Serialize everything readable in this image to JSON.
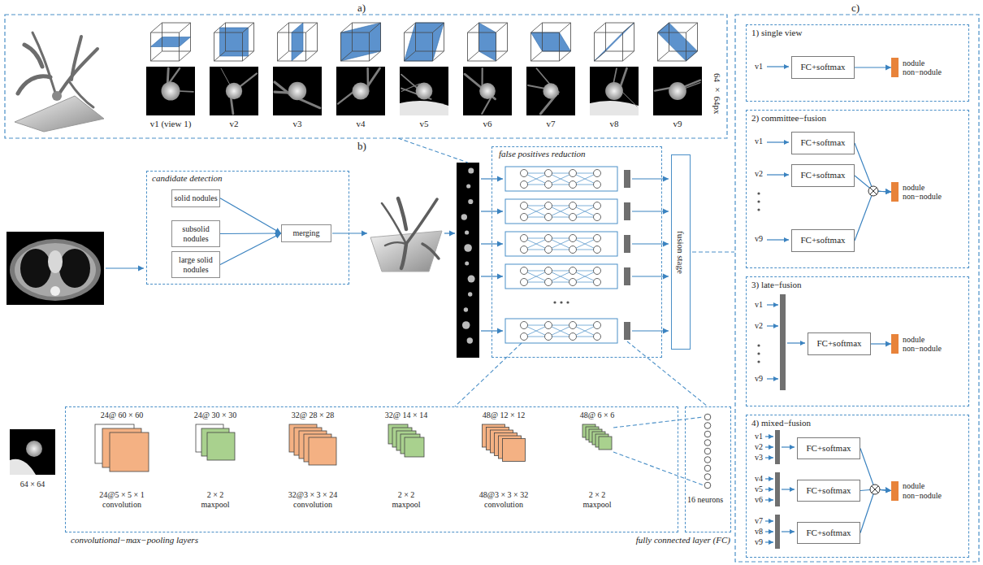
{
  "diagram": {
    "nodes": [
      {
        "text": [
          "candidate detection"
        ]
      },
      {
        "text": [
          "solid nodules"
        ],
        "in": 0
      },
      {
        "text": [
          "subsolid nodules"
        ],
        "in": 0
      },
      {
        "text": [
          "large solid nodules"
        ],
        "in": 0
      },
      {
        "text": [
          "merging"
        ],
        "in": 0
      },
      {
        "text": [
          "false positives reduction"
        ]
      },
      {
        "text": [
          "fusion stage"
        ]
      },
      {
        "text": [
          "convolutional−max−pooling layers"
        ]
      },
      {
        "text": [
          "fully connected layer (FC)",
          "16 neurons"
        ]
      },
      {
        "text": [
          "1) single view"
        ]
      },
      {
        "text": [
          "FC+softmax"
        ],
        "in": 9
      },
      {
        "text": [
          "nodule non−nodule"
        ],
        "in": 9
      },
      {
        "text": [
          "2) committee−fusion"
        ]
      },
      {
        "text": [
          "FC+softmax"
        ],
        "in": 12
      },
      {
        "text": [
          "FC+softmax"
        ],
        "in": 12
      },
      {
        "text": [
          "FC+softmax"
        ],
        "in": 12
      },
      {
        "text": [
          "nodule non−nodule"
        ],
        "in": 12
      },
      {
        "text": [
          "3) late−fusion"
        ]
      },
      {
        "text": [
          "FC+softmax"
        ],
        "in": 17
      },
      {
        "text": [
          "nodule non−nodule"
        ],
        "in": 17
      },
      {
        "text": [
          "4) mixed−fusion"
        ]
      },
      {
        "text": [
          "FC+softmax"
        ],
        "in": 20
      },
      {
        "text": [
          "FC+softmax"
        ],
        "in": 20
      },
      {
        "text": [
          "FC+softmax"
        ],
        "in": 20
      },
      {
        "text": [
          "nodule non−nodule"
        ],
        "in": 20
      }
    ],
    "edges": [
      {
        "from": 1,
        "to": 4,
        "arrow": "to"
      },
      {
        "from": 2,
        "to": 4,
        "arrow": "to"
      },
      {
        "from": 3,
        "to": 4,
        "arrow": "to"
      },
      {
        "from": 10,
        "to": 11,
        "arrow": "to"
      },
      {
        "from": 13,
        "to": 16,
        "arrow": "to"
      },
      {
        "from": 14,
        "to": 16,
        "arrow": "to"
      },
      {
        "from": 15,
        "to": 16,
        "arrow": "to"
      },
      {
        "from": 18,
        "to": 19,
        "arrow": "to"
      },
      {
        "from": 21,
        "to": 24,
        "arrow": "to"
      },
      {
        "from": 22,
        "to": 24,
        "arrow": "to"
      },
      {
        "from": 23,
        "to": 24,
        "arrow": "to"
      }
    ],
    "labels": [
      "a)",
      "v1 (view 1)",
      "v2",
      "v3",
      "v4",
      "v5",
      "v6",
      "v7",
      "v8",
      "v9",
      "64 × 64px",
      "b)",
      "24@ 60 × 60",
      "24@ 30 × 30",
      "32@ 28 × 28",
      "32@ 14 × 14",
      "48@ 12 × 12",
      "48@ 6 × 6",
      "64 × 64",
      "24@5 × 5 × 1 convolution",
      "2 × 2 maxpool",
      "32@3 × 3 × 24 convolution",
      "2 × 2 maxpool",
      "48@3 × 3 × 32 convolution",
      "2 × 2 maxpool",
      "c)",
      "v1",
      "v1",
      "v2",
      "v9",
      "v1",
      "v2",
      "v9",
      "v1",
      "v2",
      "v3",
      "v4",
      "v5",
      "v6",
      "v7",
      "v8",
      "v9"
    ]
  }
}
